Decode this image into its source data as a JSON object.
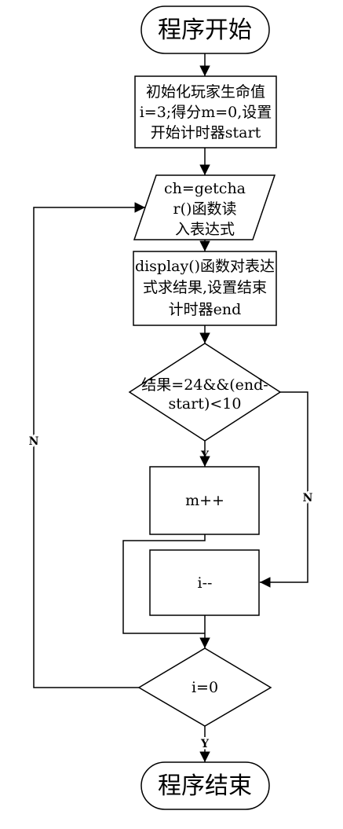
{
  "flowchart": {
    "start": "程序开始",
    "init": [
      "初始化玩家生命值",
      "i=3;得分m=0,设置",
      "开始计时器start"
    ],
    "read": [
      "ch=getcha",
      "r()函数读",
      "入表达式"
    ],
    "display": [
      "display()函数对表达",
      "式求结果,设置结束",
      "计时器end"
    ],
    "check": [
      "结果=24&&(end-",
      "start)<10"
    ],
    "score": "m++",
    "lose": "i--",
    "end_check": "i=0",
    "end": "程序结束",
    "labels": {
      "yes_check": "Y",
      "no_check": "N",
      "no_loop": "N",
      "yes_end": "Y"
    }
  }
}
